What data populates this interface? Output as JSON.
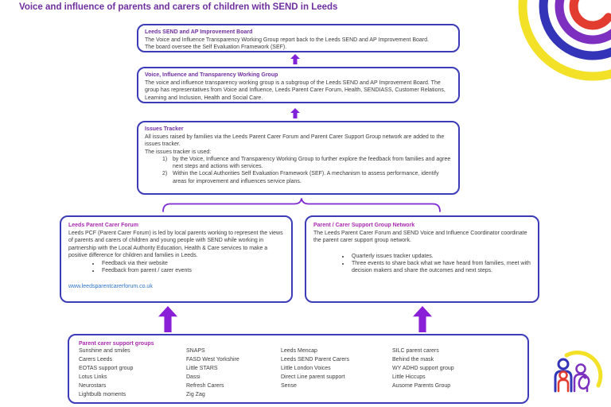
{
  "page_title": "Voice and influence of parents and carers of children with SEND in Leeds",
  "colors": {
    "box_border": "#3c3cb8",
    "heading_purple": "#7030a0",
    "heading_magenta": "#a82bb0",
    "arrow_purple": "#8a1fd8",
    "link_blue": "#2e74c9",
    "body_text": "#3b3b3b",
    "arc_yellow": "#f2e126",
    "arc_blue": "#3434b8",
    "arc_purple": "#7d2fc0",
    "arc_red": "#e23c30"
  },
  "improvement_board": {
    "title": "Leeds SEND and AP Improvement Board",
    "line1": "The Voice and Influence Transparency Working Group report back to the Leeds SEND and AP Improvement Board.",
    "line2": "The board oversee the Self Evaluation Framework (SEF)."
  },
  "working_group": {
    "title": "Voice, Influence and Transparency Working Group",
    "body": "The voice and influence transparency working group is a subgroup of the Leeds SEND and AP Improvement Board. The group has representatives from Voice and Influence, Leeds Parent Carer Forum, Health, SENDIASS, Customer Relations, Learning and Inclusion, Health and Social Care."
  },
  "issues_tracker": {
    "title": "Issues Tracker",
    "intro": "All issues raised by families via the Leeds Parent Carer Forum and Parent Carer Support Group network are added to the issues tracker.",
    "list_label": "The issues tracker is used:",
    "items": [
      {
        "marker": "1)",
        "text": "by the Voice, Influence and Transparency Working Group to further explore the feedback from families and agree next steps and actions with services."
      },
      {
        "marker": "2)",
        "text": "Within the Local Authorities Self Evaluation Framework (SEF). A mechanism to assess performance, identify areas for improvement and influences service plans."
      }
    ]
  },
  "parent_carer_forum": {
    "title": "Leeds Parent Carer Forum",
    "body": "Leeds PCF (Parent Carer Forum) is led by local parents working to represent the views of parents and carers of children and young people with SEND while working in partnership with the Local Authority Education, Health & Care services to make a positive difference for children and families in Leeds.",
    "bullets": [
      "Feedback via their website",
      "Feedback from parent / carer events"
    ],
    "link": "www.leedsparentcarerforum.co.uk"
  },
  "support_group_network": {
    "title": "Parent / Carer Support Group Network",
    "body": "The Leeds Parent Carer Forum and SEND Voice and Influence Coordinator coordinate the parent carer support group network.",
    "bullets": [
      "Quarterly issues tracker updates.",
      "Three events to share back what we have heard from families, meet with decision makers and share the outcomes and next steps."
    ]
  },
  "support_groups": {
    "title": "Parent carer support groups",
    "columns": [
      [
        "Sunshine and smiles",
        "Carers Leeds",
        "EOTAS support group",
        "Lotus Links",
        "Neurostars",
        "Lightbulb moments"
      ],
      [
        "SNAPS",
        "FASD West Yorkshire",
        "Little STARS",
        "Dassi",
        "Refresh Carers",
        "Zig Zag"
      ],
      [
        "Leeds Mencap",
        "Leeds SEND Parent Carers",
        "Little London Voices",
        "Direct Line parent support",
        "Sense"
      ],
      [
        "SILC parent carers",
        "Behind the mask",
        "WY ADHD support group",
        "Little Hiccups",
        "Ausome Parents Group"
      ]
    ]
  }
}
